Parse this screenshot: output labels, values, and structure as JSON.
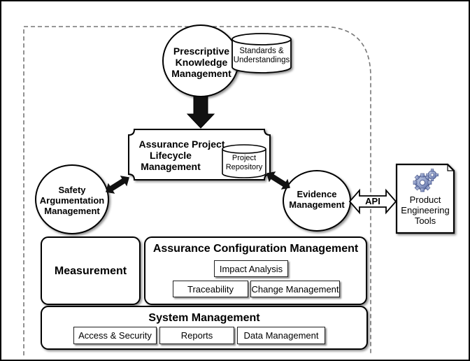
{
  "pkm": {
    "title_lines": [
      "Prescriptive",
      "Knowledge",
      "Management"
    ],
    "store": [
      "Standards &",
      "Understandings"
    ]
  },
  "apl": {
    "title_lines": [
      "Assurance Project",
      "Lifecycle",
      "Management"
    ],
    "store": [
      "Project",
      "Repository"
    ]
  },
  "safety": {
    "title_lines": [
      "Safety",
      "Argumentation",
      "Management"
    ]
  },
  "evidence": {
    "title_lines": [
      "Evidence",
      "Management"
    ]
  },
  "api_label": "API",
  "tools": {
    "lines": [
      "Product",
      "Engineering",
      "Tools"
    ]
  },
  "measurement": "Measurement",
  "acm": {
    "title": "Assurance Configuration Management",
    "impact": "Impact Analysis",
    "traceability": "Traceability",
    "change": "Change Management"
  },
  "system": {
    "title": "System Management",
    "access": "Access & Security",
    "reports": "Reports",
    "data": "Data Management"
  }
}
